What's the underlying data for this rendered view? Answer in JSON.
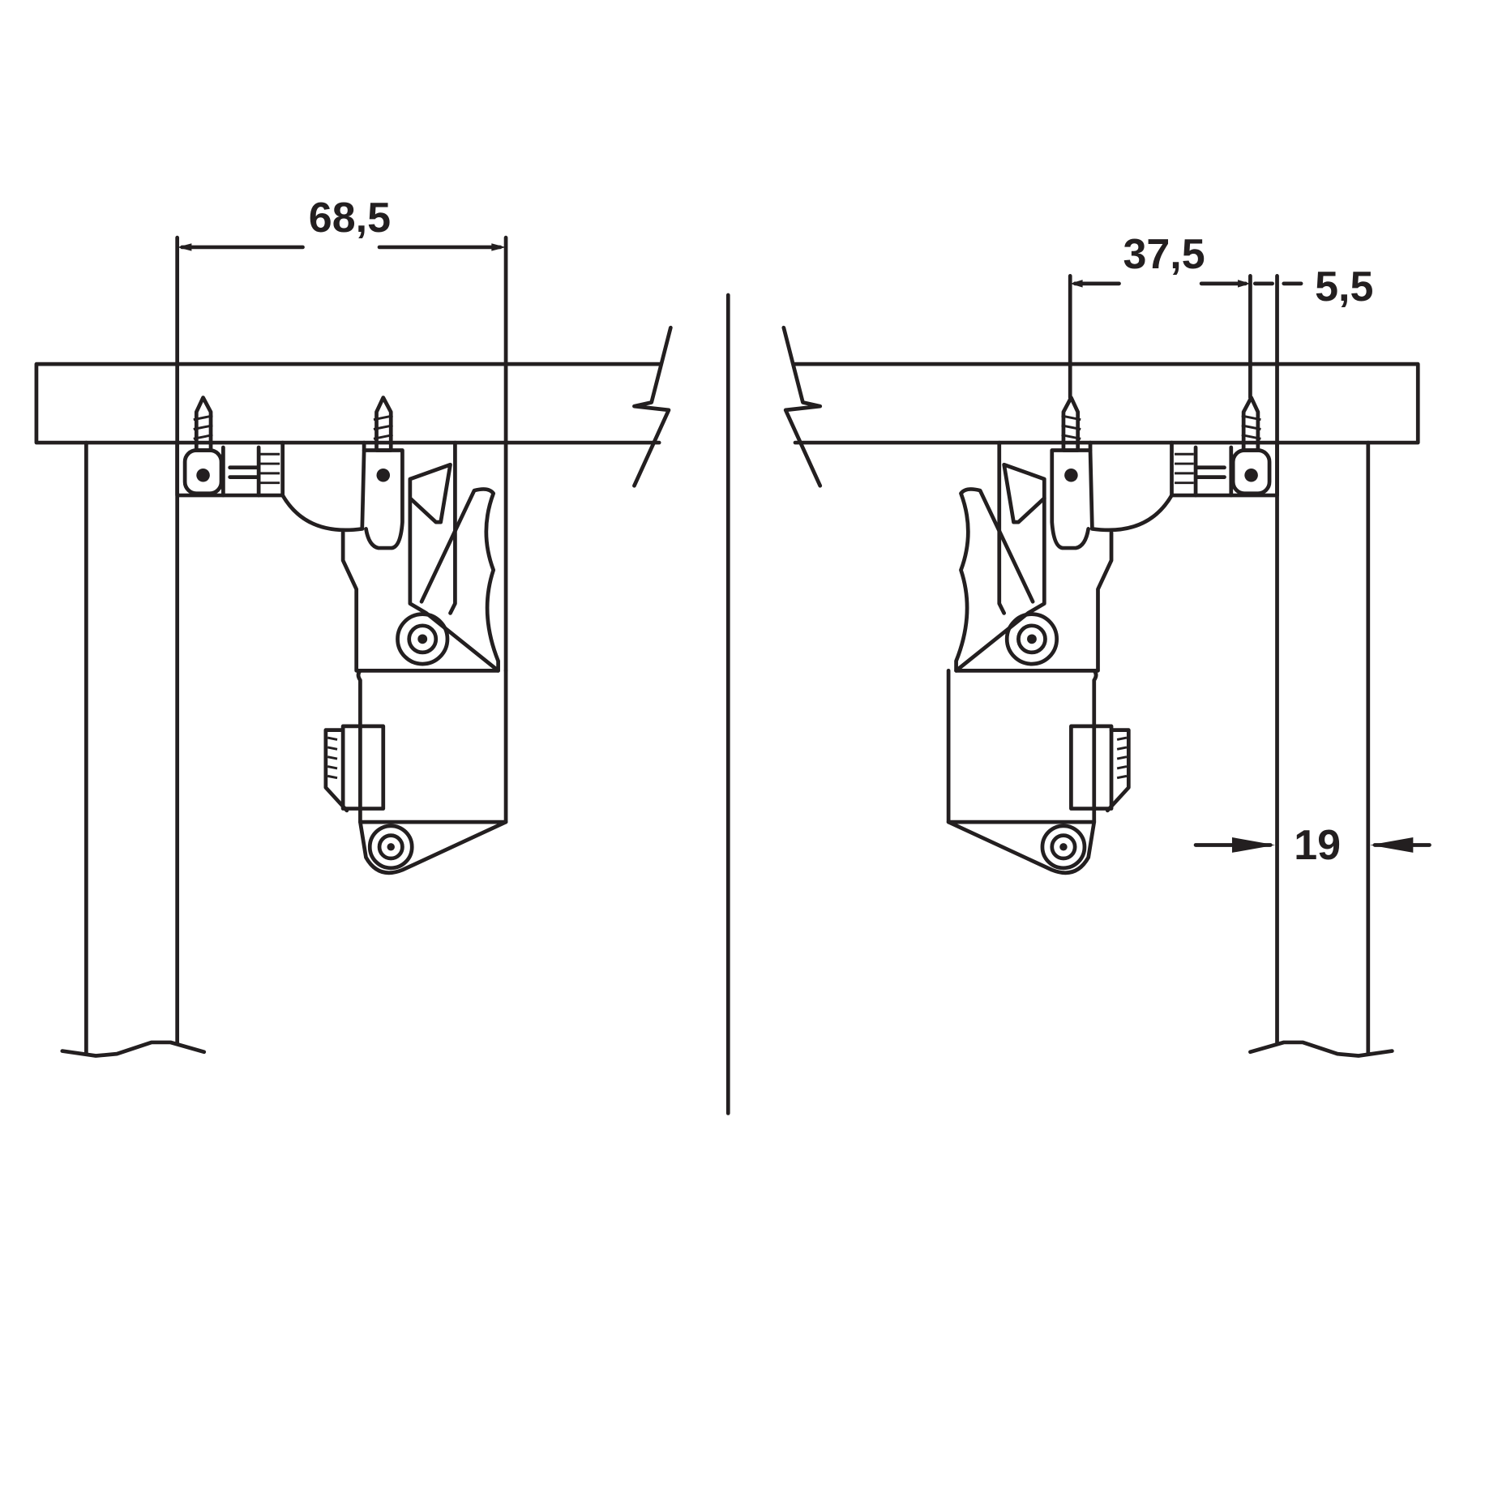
{
  "diagram": {
    "left_view": {
      "dimension_label": "68,5"
    },
    "right_view": {
      "dimension_spacing_label": "37,5",
      "dimension_offset_label": "5,5",
      "dimension_thickness_label": "19"
    },
    "colors": {
      "line": "#231f20",
      "background": "#ffffff"
    }
  }
}
